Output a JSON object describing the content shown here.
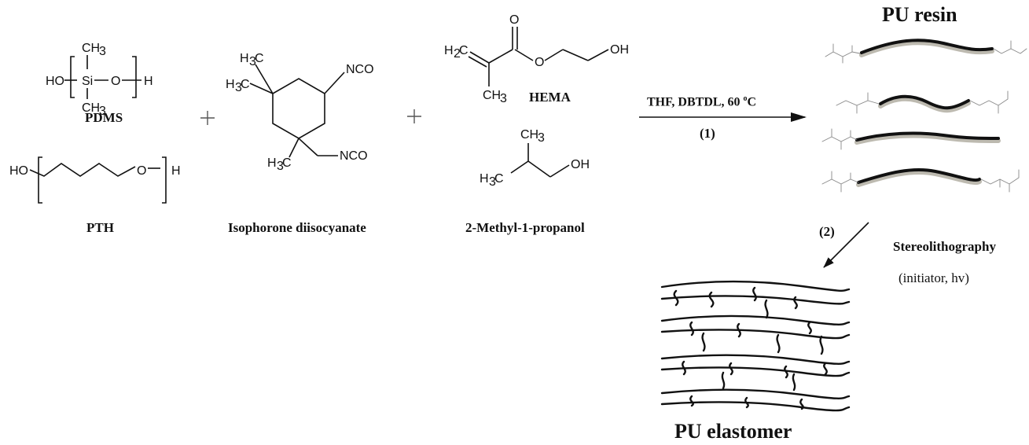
{
  "compounds": {
    "pdms": {
      "name": "PDMS",
      "atoms": {
        "ho": "HO",
        "si": "Si",
        "o": "O",
        "h": "H",
        "ch3_top": "CH",
        "ch3_bottom": "CH",
        "sub3": "3"
      }
    },
    "pth": {
      "name": "PTH",
      "atoms": {
        "ho": "HO",
        "o": "O",
        "h": "H"
      }
    },
    "ipdi": {
      "name": "Isophorone diisocyanate",
      "atoms": {
        "h3c_a": "H",
        "h3c_b": "H",
        "h3c_c": "H",
        "c": "C",
        "sub3": "3",
        "nco_top": "NCO",
        "nco_bottom": "NCO"
      }
    },
    "hema": {
      "name": "HEMA",
      "atoms": {
        "h2c": "H",
        "sub2": "2",
        "c": "C",
        "o_carbonyl": "O",
        "o_ester": "O",
        "oh": "OH",
        "ch": "CH",
        "sub3": "3"
      }
    },
    "methylpropanol": {
      "name": "2-Methyl-1-propanol",
      "atoms": {
        "ch": "CH",
        "sub3": "3",
        "h3c": "H",
        "c": "C",
        "oh": "OH"
      }
    }
  },
  "plus": "+",
  "step1": {
    "conditions": "THF, DBTDL, 60 °C",
    "conditions_pre": "THF, DBTDL, 60 ",
    "degree": "o",
    "conditions_post": "C",
    "number": "(1)"
  },
  "step2": {
    "number": "(2)",
    "method": "Stereolithography",
    "conditions": "(initiator, hv)"
  },
  "products": {
    "resin": "PU resin",
    "elastomer": "PU elastomer"
  },
  "colors": {
    "ink": "#111111",
    "chain_shadow": "#bdbab0"
  },
  "icons": {
    "reaction_arrow": "arrow-right-icon",
    "curing_arrow": "arrow-down-left-icon"
  }
}
